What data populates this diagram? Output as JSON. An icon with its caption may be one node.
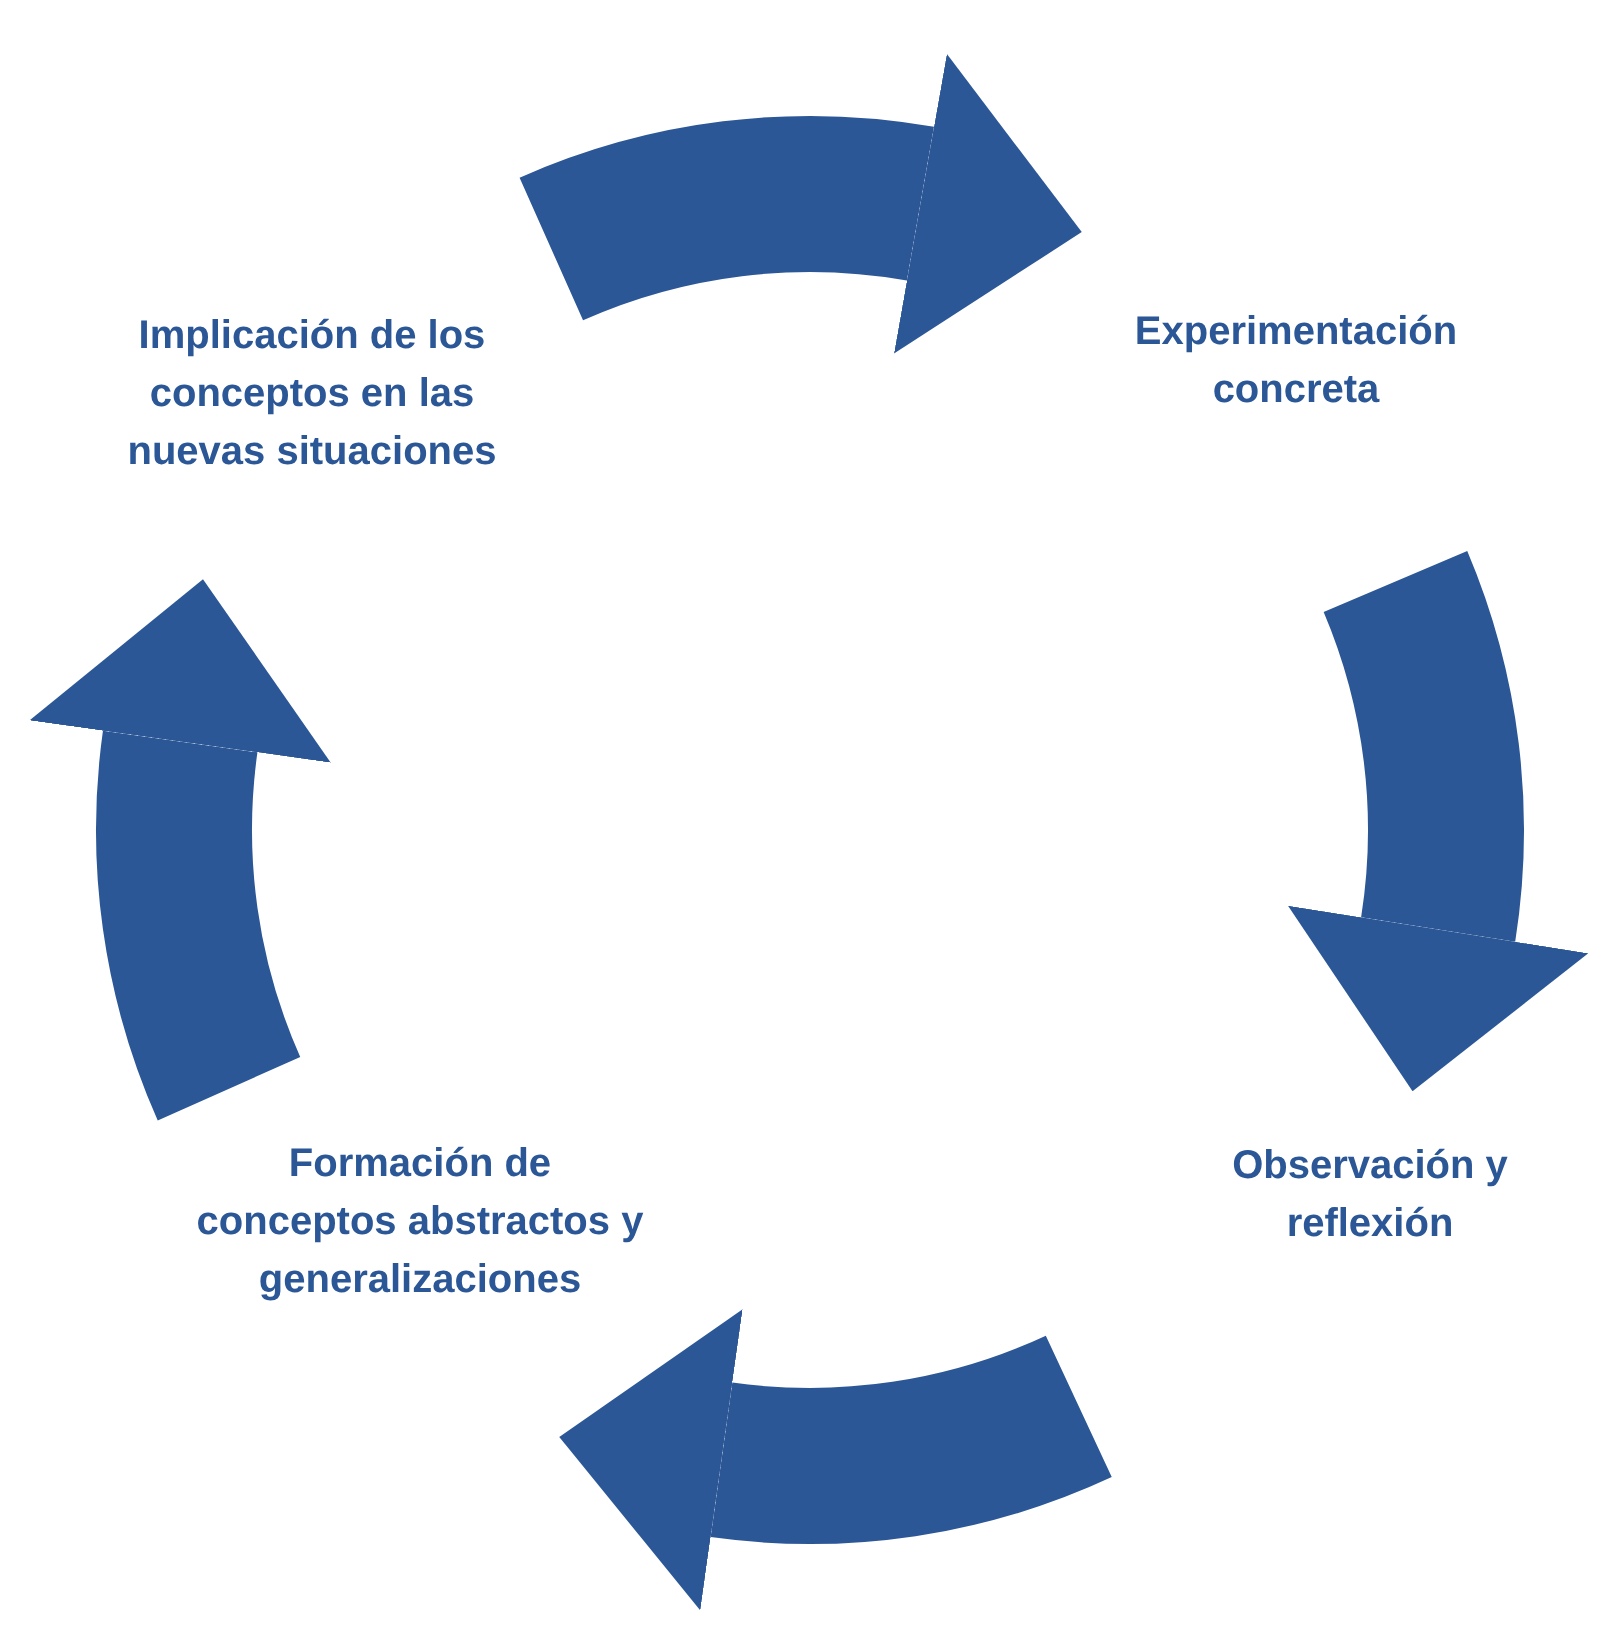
{
  "diagram": {
    "labels": [
      "Implicación de los conceptos en las nuevas situaciones",
      "Experimentación concreta",
      "Observación y reflexión",
      "Formación de conceptos abstractos y generalizaciones"
    ]
  }
}
